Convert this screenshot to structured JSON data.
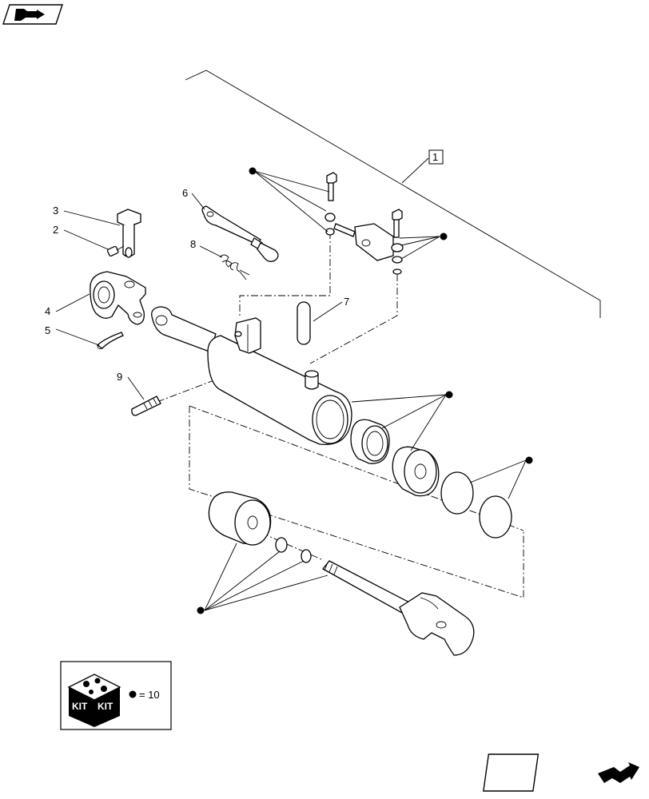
{
  "figure": {
    "assembly_ref": "1",
    "callouts": [
      "1",
      "2",
      "3",
      "4",
      "5",
      "6",
      "7",
      "8",
      "9"
    ],
    "kit_legend": {
      "kit_text_left": "KIT",
      "kit_text_right": "KIT",
      "equation": "= 10"
    }
  },
  "icons": {
    "top_left": "open-book-arrow-icon",
    "bottom_right": "next-page-arrow-icon"
  }
}
